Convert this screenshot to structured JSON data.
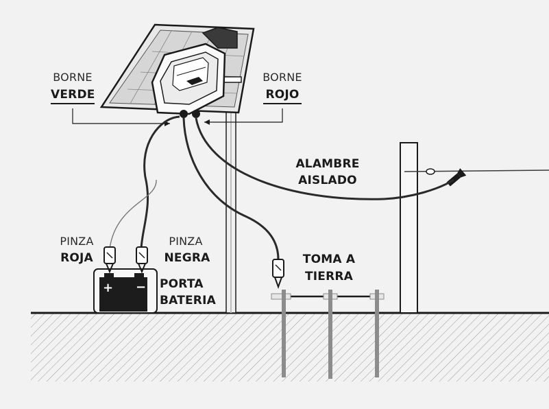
{
  "labels": {
    "borne_verde_top": "BORNE",
    "borne_verde_bottom": "VERDE",
    "borne_rojo_top": "BORNE",
    "borne_rojo_bottom": "ROJO",
    "alambre_line1": "ALAMBRE",
    "alambre_line2": "AISLADO",
    "pinza_roja_top": "PINZA",
    "pinza_roja_bottom": "ROJA",
    "pinza_negra_top": "PINZA",
    "pinza_negra_bottom": "NEGRA",
    "porta_line1": "PORTA",
    "porta_line2": "BATERIA",
    "toma_line1": "TOMA A",
    "toma_line2": "TIERRA",
    "battery_plus": "+",
    "battery_minus": "−"
  },
  "colors": {
    "background": "#f2f2f2",
    "ink": "#1a1a1a",
    "cable": "#2a2a2a",
    "ground_hatch": "#9a9a9a",
    "battery": "#1c1c1c",
    "rod": "#8c8c8c"
  }
}
